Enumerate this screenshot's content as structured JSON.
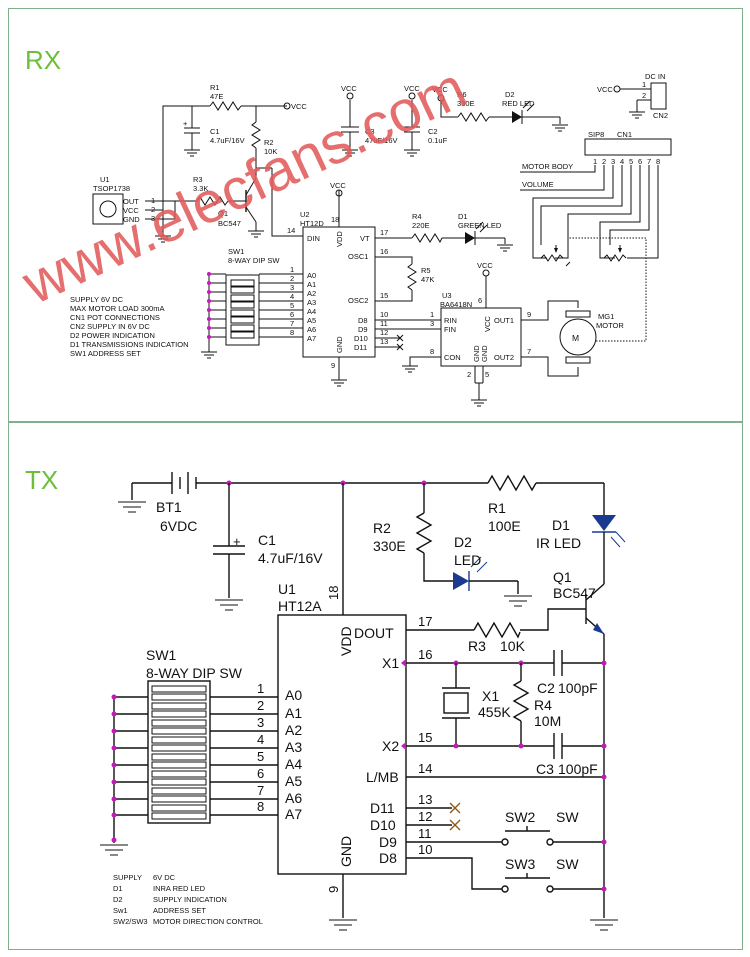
{
  "rx": {
    "title": "RX",
    "watermark": "www.elecfans.com",
    "u1": {
      "ref": "U1",
      "part": "TSOP1738",
      "pins": [
        "OUT",
        "VCC",
        "GND"
      ],
      "nums": [
        "1",
        "2",
        "3"
      ]
    },
    "r1": {
      "ref": "R1",
      "val": "47E"
    },
    "c1": {
      "ref": "C1",
      "val": "4.7uF/16V"
    },
    "r2": {
      "ref": "R2",
      "val": "10K"
    },
    "r3": {
      "ref": "R3",
      "val": "3.3K"
    },
    "q1": {
      "ref": "Q1",
      "val": "BC547"
    },
    "c3": {
      "ref": "C3",
      "val": "47uF/16V"
    },
    "c2": {
      "ref": "C2",
      "val": "0.1uF"
    },
    "r6": {
      "ref": "R6",
      "val": "330E"
    },
    "d2": {
      "ref": "D2",
      "val": "RED LED"
    },
    "cn2": {
      "ref": "CN2",
      "label": "DC IN",
      "pins": [
        "1",
        "2"
      ]
    },
    "cn1": {
      "ref": "CN1",
      "part": "SIP8",
      "pins": [
        "1",
        "2",
        "3",
        "4",
        "5",
        "6",
        "7",
        "8"
      ]
    },
    "motor_body": "MOTOR BODY",
    "volume": "VOLUME",
    "u2": {
      "ref": "U2",
      "part": "HT12D",
      "pins_left": [
        "DIN",
        "A0",
        "A1",
        "A2",
        "A3",
        "A4",
        "A5",
        "A6",
        "A7"
      ],
      "pins_right": [
        "VT",
        "OSC1",
        "OSC2",
        "D8",
        "D9",
        "D10",
        "D11"
      ],
      "vdd": "VDD",
      "gnd": "GND",
      "nums": {
        "din": "14",
        "vdd": "18",
        "vt": "17",
        "osc1": "16",
        "osc2": "15",
        "d8": "10",
        "d9": "11",
        "d10": "12",
        "d11": "13",
        "gnd": "9",
        "a": [
          "1",
          "2",
          "3",
          "4",
          "5",
          "6",
          "7",
          "8"
        ]
      }
    },
    "r4": {
      "ref": "R4",
      "val": "220E"
    },
    "d1": {
      "ref": "D1",
      "val": "GREEN LED"
    },
    "r5": {
      "ref": "R5",
      "val": "47K"
    },
    "sw1": {
      "ref": "SW1",
      "val": "8-WAY DIP SW"
    },
    "u3": {
      "ref": "U3",
      "part": "BA6418N",
      "pins_left": [
        "RIN",
        "FIN",
        "CON"
      ],
      "pins_right": [
        "OUT1",
        "OUT2"
      ],
      "vcc": "VCC",
      "gnd": "GND",
      "nums": [
        "1",
        "3",
        "8",
        "6",
        "9",
        "7",
        "2",
        "5"
      ]
    },
    "mg1": {
      "ref": "MG1",
      "val": "MOTOR",
      "sym": "M"
    },
    "vcc": "VCC",
    "notes": [
      "SUPPLY 6V DC",
      "MAX MOTOR LOAD 300mA",
      "CN1   POT CONNECTIONS",
      "CN2   SUPPLY IN 6V DC",
      "D2     POWER INDICATION",
      "D1     TRANSMISSIONS INDICATION",
      "SW1   ADDRESS SET"
    ]
  },
  "tx": {
    "title": "TX",
    "bt1": {
      "ref": "BT1",
      "val": "6VDC"
    },
    "c1": {
      "ref": "C1",
      "val": "4.7uF/16V"
    },
    "r2": {
      "ref": "R2",
      "val": "330E"
    },
    "r1": {
      "ref": "R1",
      "val": "100E"
    },
    "d1": {
      "ref": "D1",
      "val": "IR LED"
    },
    "d2": {
      "ref": "D2",
      "val": "LED"
    },
    "q1": {
      "ref": "Q1",
      "val": "BC547"
    },
    "u1": {
      "ref": "U1",
      "part": "HT12A",
      "pins_left": [
        "A0",
        "A1",
        "A2",
        "A3",
        "A4",
        "A5",
        "A6",
        "A7"
      ],
      "pins_right": [
        "DOUT",
        "X1",
        "X2",
        "L/MB",
        "D11",
        "D10",
        "D9",
        "D8"
      ],
      "vdd": "VDD",
      "gnd": "GND",
      "nums": {
        "vdd": "18",
        "dout": "17",
        "x1": "16",
        "x2": "15",
        "lmb": "14",
        "d11": "13",
        "d10": "12",
        "d9": "11",
        "d8": "10",
        "gnd": "9",
        "a": [
          "1",
          "2",
          "3",
          "4",
          "5",
          "6",
          "7",
          "8"
        ]
      }
    },
    "r3": {
      "ref": "R3",
      "val": "10K"
    },
    "x1": {
      "ref": "X1",
      "val": "455K"
    },
    "r4": {
      "ref": "R4",
      "val": "10M"
    },
    "c2": {
      "ref": "C2",
      "val": "100pF"
    },
    "c3": {
      "ref": "C3",
      "val": "100pF"
    },
    "sw1": {
      "ref": "SW1",
      "val": "8-WAY DIP SW"
    },
    "sw2": {
      "ref": "SW2",
      "val": "SW"
    },
    "sw3": {
      "ref": "SW3",
      "val": "SW"
    },
    "notes": [
      {
        "k": "SUPPLY",
        "v": "6V DC"
      },
      {
        "k": "D1",
        "v": "INRA RED LED"
      },
      {
        "k": "D2",
        "v": "SUPPLY INDICATION"
      },
      {
        "k": "Sw1",
        "v": "ADDRESS SET"
      },
      {
        "k": "SW2/SW3",
        "v": "MOTOR DIRECTION CONTROL"
      }
    ]
  },
  "colors": {
    "frame": "#7fb08a",
    "section_title": "#6cbf3a",
    "watermark": "#e25b5b",
    "junction": "#c51ab8",
    "ink": "#111111"
  }
}
